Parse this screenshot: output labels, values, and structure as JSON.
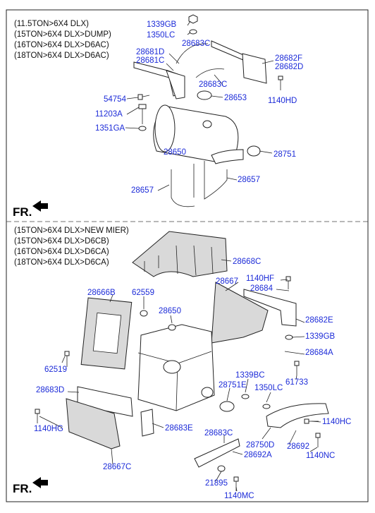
{
  "sections": [
    {
      "variants": [
        "(11.5TON>6X4 DLX)",
        "(15TON>6X4 DLX>DUMP)",
        "(16TON>6X4 DLX>D6AC)",
        "(18TON>6X4 DLX>D6AC)"
      ],
      "parts": [
        "1339GB",
        "1350LC",
        "28683C",
        "28681D",
        "28681C",
        "28682F",
        "28682D",
        "28683C",
        "54754",
        "28653",
        "1140HD",
        "11203A",
        "1351GA",
        "28650",
        "28751",
        "28657",
        "28657"
      ],
      "direction": "FR."
    },
    {
      "variants": [
        "(15TON>6X4 DLX>NEW MIER)",
        "(15TON>6X4 DLX>D6CB)",
        "(16TON>6X4 DLX>D6CA)",
        "(18TON>6X4 DLX>D6CA)"
      ],
      "parts": [
        "28668C",
        "1140HF",
        "28684",
        "28667",
        "28666B",
        "62559",
        "28650",
        "28682E",
        "1339GB",
        "28684A",
        "62519",
        "1339BC",
        "28751E",
        "1350LC",
        "61733",
        "28683D",
        "1140HC",
        "1140HG",
        "28683E",
        "28683C",
        "28750D",
        "28692",
        "28692A",
        "1140NC",
        "28667C",
        "21895",
        "1140MC"
      ],
      "direction": "FR."
    }
  ]
}
